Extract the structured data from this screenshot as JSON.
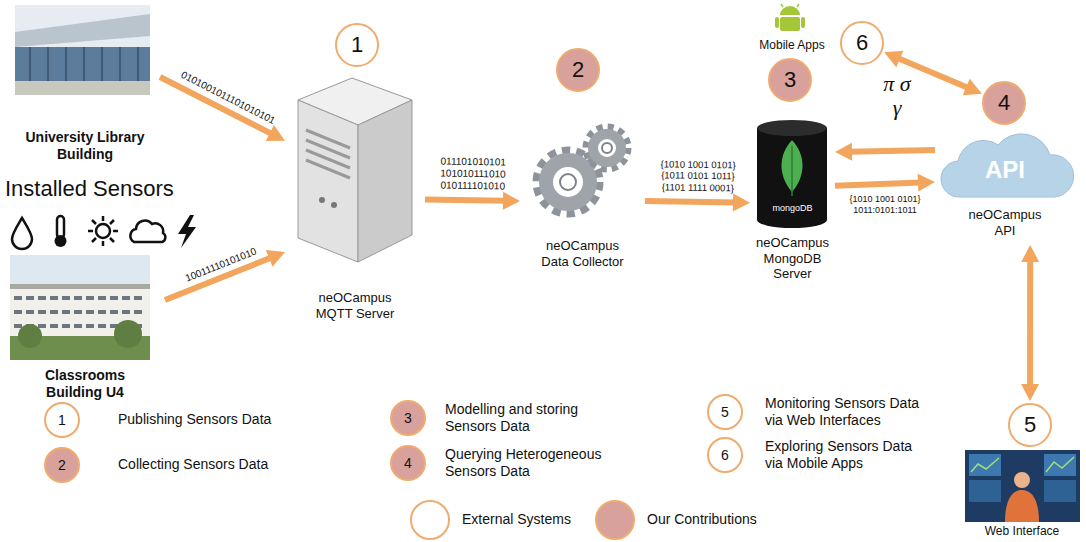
{
  "diagram": {
    "nodes": [
      {
        "text": [
          "University Library Building"
        ]
      },
      {
        "text": [
          "1"
        ]
      },
      {
        "text": [
          "2"
        ]
      },
      {
        "text": [
          "Mobile Apps"
        ]
      },
      {
        "text": [
          "6"
        ]
      },
      {
        "text": [
          "3"
        ]
      },
      {
        "text": [
          "4"
        ]
      },
      {
        "text": [
          "neOCampus MQTT Server"
        ]
      },
      {
        "text": [
          "neOCampus Data Collector"
        ]
      },
      {
        "text": [
          "mongoDB",
          "neOCampus MongoDB Server"
        ]
      },
      {
        "text": [
          "API",
          "neOCampus API"
        ]
      },
      {
        "text": [
          "Classrooms Building U4"
        ]
      },
      {
        "text": [
          "1"
        ]
      },
      {
        "text": [
          "2"
        ]
      },
      {
        "text": [
          "3"
        ]
      },
      {
        "text": [
          "4"
        ]
      },
      {
        "text": [
          "5"
        ]
      },
      {
        "text": [
          "5"
        ]
      },
      {
        "text": [
          "6"
        ]
      },
      {
        "text": [
          "Web Interface"
        ]
      }
    ],
    "edges": [
      {
        "from": 0,
        "to": 7,
        "arrow": "to",
        "label": "0101001011101010101"
      },
      {
        "from": 11,
        "to": 7,
        "arrow": "to",
        "label": "10011110101010"
      },
      {
        "from": 7,
        "to": 8,
        "arrow": "to",
        "label": "011101010101 101010111010 010111101010"
      },
      {
        "from": 8,
        "to": 9,
        "arrow": "to",
        "label": "{1010 1001 0101} {1011 0101 1011} {1101 1111 0001}"
      },
      {
        "from": 10,
        "to": 9,
        "arrow": "to",
        "label": "π σ γ"
      },
      {
        "from": 9,
        "to": 10,
        "arrow": "to",
        "label": "{1010 1001 0101} 1011:0101:1011"
      },
      {
        "from": 4,
        "to": 6,
        "arrow": "both"
      },
      {
        "from": 10,
        "to": 17,
        "arrow": "both"
      }
    ],
    "labels": [
      "Installed Sensors",
      "Publishing Sensors Data",
      "Collecting Sensors Data",
      "Modelling and storing Sensors Data",
      "Querying Heterogeneous Sensors Data",
      "Monitoring Sensors Data via Web Interfaces",
      "Exploring Sensors Data via Mobile Apps"
    ],
    "legend": [
      {
        "text": "External Systems",
        "color": "#ffffff"
      },
      {
        "text": "Our Contributions",
        "color": "#d9a19c"
      }
    ]
  }
}
